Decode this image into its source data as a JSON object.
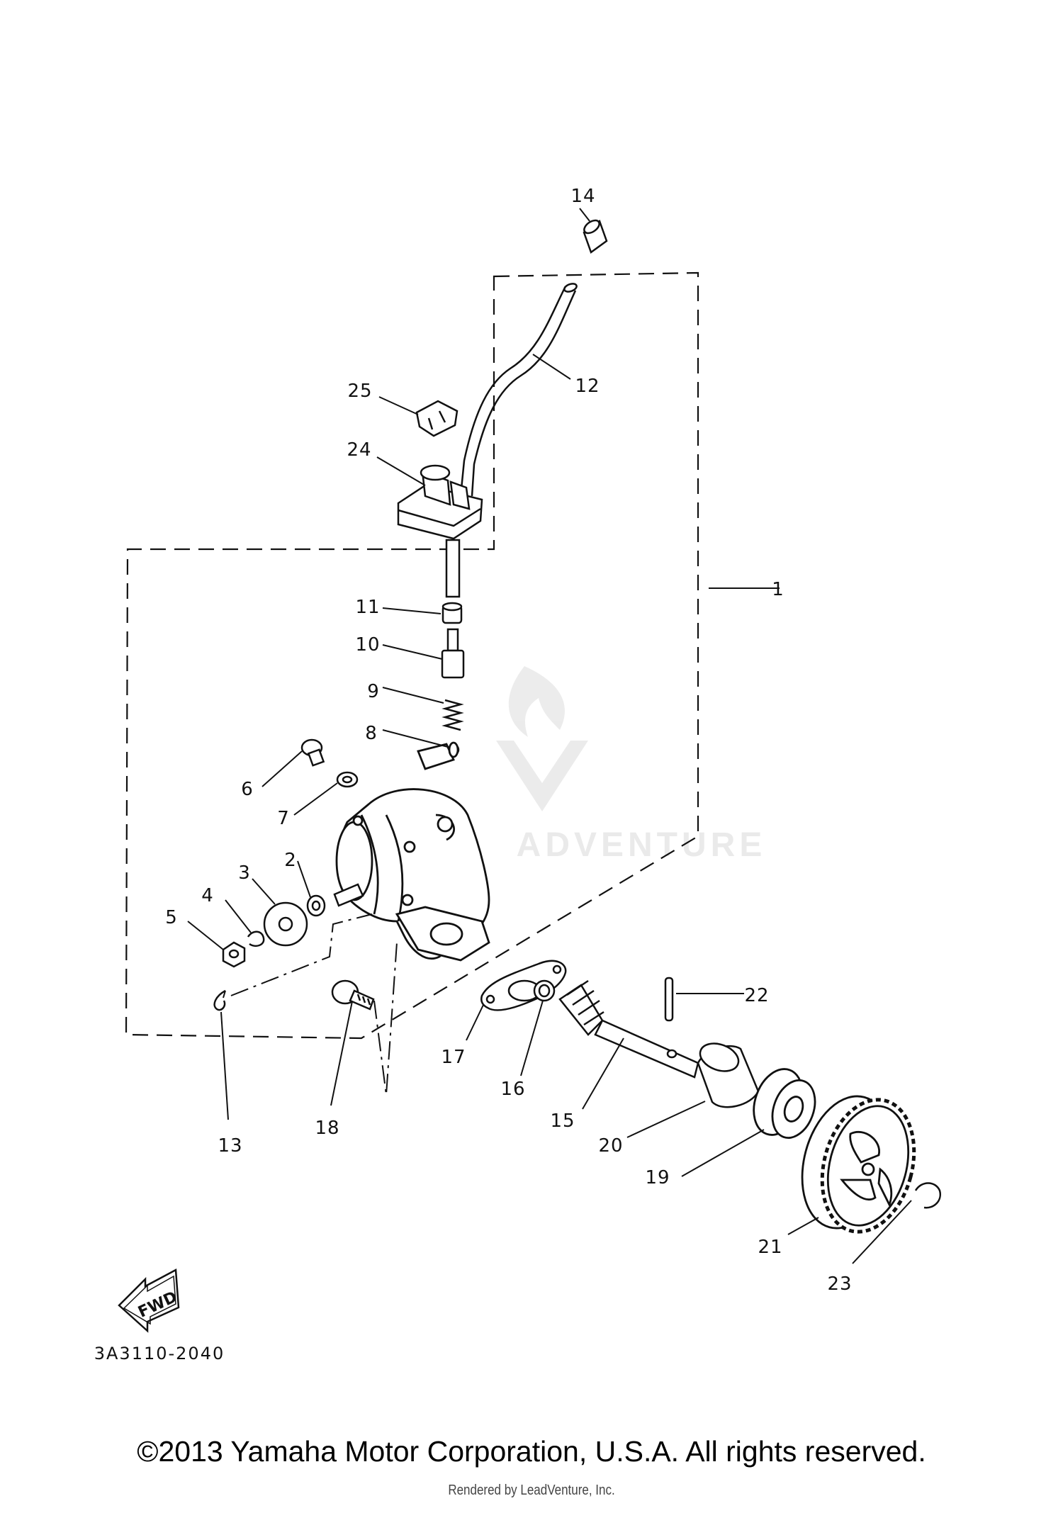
{
  "labels": {
    "l1": "1",
    "l2": "2",
    "l3": "3",
    "l4": "4",
    "l5": "5",
    "l6": "6",
    "l7": "7",
    "l8": "8",
    "l9": "9",
    "l10": "10",
    "l11": "11",
    "l12": "12",
    "l13": "13",
    "l14": "14",
    "l15": "15",
    "l16": "16",
    "l17": "17",
    "l18": "18",
    "l19": "19",
    "l20": "20",
    "l21": "21",
    "l22": "22",
    "l23": "23",
    "l24": "24",
    "l25": "25"
  },
  "fwd_label": "FWD",
  "diagram_ref": "3A3110-2040",
  "watermark": "ADVENTURE",
  "footer": {
    "copyright": "©2013 Yamaha Motor Corporation, U.S.A. All rights reserved.",
    "rendered_by": "Rendered by LeadVenture, Inc."
  }
}
